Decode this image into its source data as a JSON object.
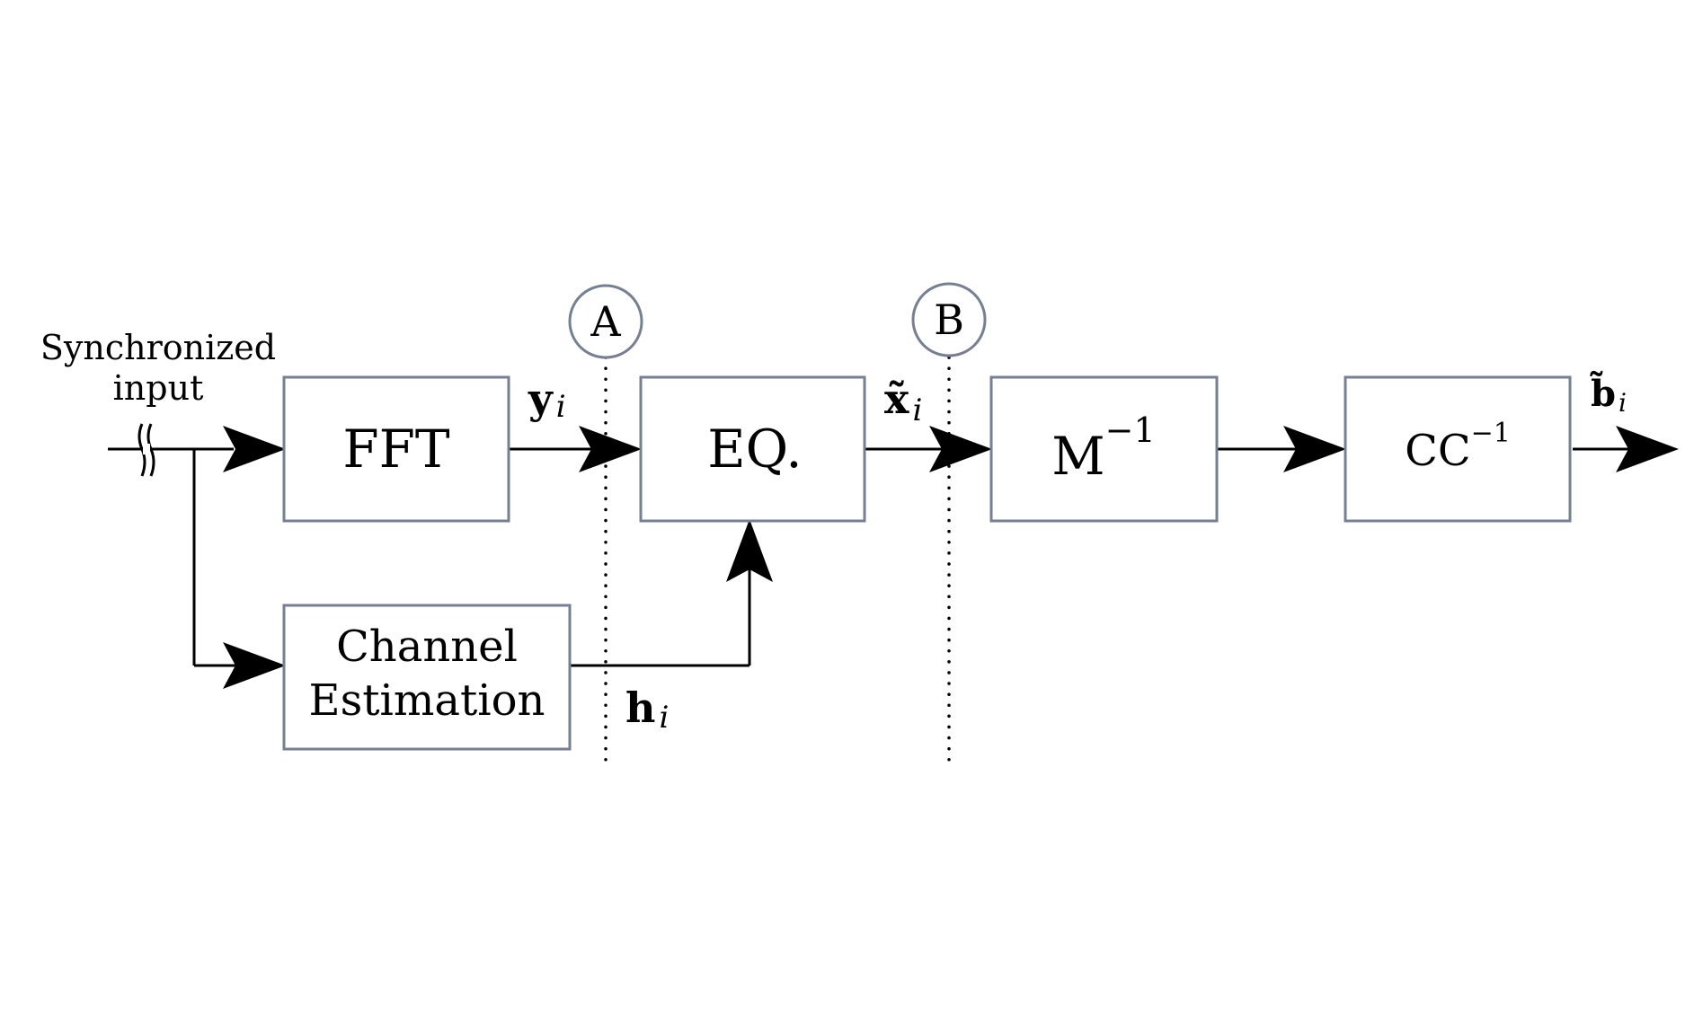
{
  "diagram": {
    "input_label_line1": "Synchronized",
    "input_label_line2": "input",
    "blocks": {
      "fft": "FFT",
      "eq": "EQ.",
      "channel_line1": "Channel",
      "channel_line2": "Estimation",
      "mapper_base": "M",
      "mapper_sup": "−1",
      "decoder_base": "CC",
      "decoder_sup": "−1"
    },
    "signals": {
      "y": "y",
      "y_sub": "i",
      "x": "x̃",
      "x_sub": "i",
      "h": "h",
      "h_sub": "i",
      "b": "b̃",
      "b_sub": "i"
    },
    "markers": {
      "a": "A",
      "b": "B"
    },
    "colors": {
      "box_stroke": "#777f92",
      "wire": "#000000"
    }
  }
}
